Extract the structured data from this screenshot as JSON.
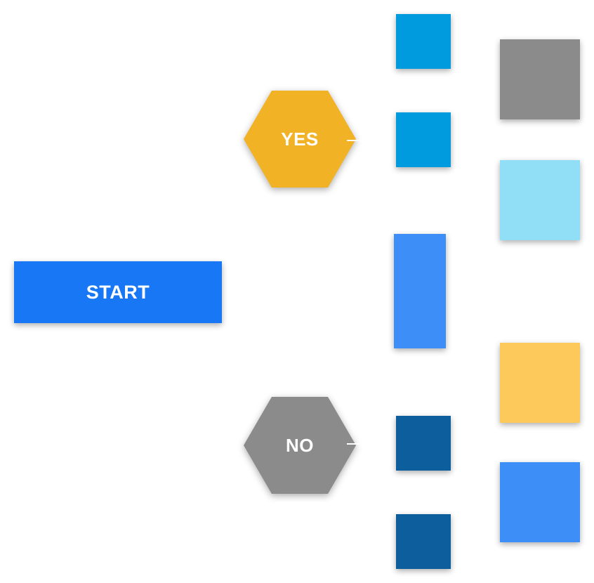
{
  "colors": {
    "start": "#1877f5",
    "yes": "#f2b226",
    "no": "#8b8b8b",
    "blue_mid": "#009bdf",
    "gray": "#8b8b8b",
    "light_blue": "#91dff6",
    "bright_blue": "#3d8ef7",
    "yellow": "#fdc95b",
    "navy": "#0d5e9d"
  },
  "start": {
    "label": "START"
  },
  "yes": {
    "label": "YES"
  },
  "no": {
    "label": "NO"
  }
}
